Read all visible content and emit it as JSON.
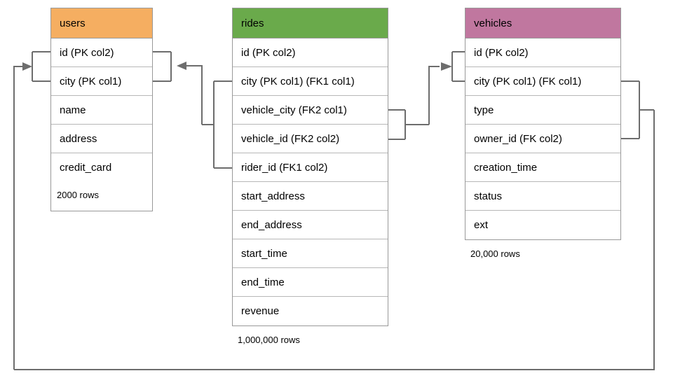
{
  "diagram": {
    "title_colors": {
      "users": "#f5ae61",
      "rides": "#6aaa4b",
      "vehicles": "#c0779f",
      "line": "#6d6d6d",
      "border": "#999999",
      "row_border": "#b7b7b7"
    },
    "tables": [
      {
        "name": "users",
        "header_color": "#f5ae61",
        "row_count_label": "2000 rows",
        "columns": [
          {
            "label": "id (PK col2)"
          },
          {
            "label": "city (PK col1)"
          },
          {
            "label": "name"
          },
          {
            "label": "address"
          },
          {
            "label": "credit_card"
          }
        ]
      },
      {
        "name": "rides",
        "header_color": "#6aaa4b",
        "row_count_label": "1,000,000 rows",
        "columns": [
          {
            "label": "id (PK col2)"
          },
          {
            "label": "city (PK col1) (FK1 col1)"
          },
          {
            "label": "vehicle_city (FK2 col1)"
          },
          {
            "label": "vehicle_id (FK2 col2)"
          },
          {
            "label": "rider_id (FK1 col2)"
          },
          {
            "label": "start_address"
          },
          {
            "label": "end_address"
          },
          {
            "label": "start_time"
          },
          {
            "label": "end_time"
          },
          {
            "label": "revenue"
          }
        ]
      },
      {
        "name": "vehicles",
        "header_color": "#c0779f",
        "row_count_label": "20,000 rows",
        "columns": [
          {
            "label": "id (PK col2)"
          },
          {
            "label": "city (PK col1) (FK col1)"
          },
          {
            "label": "type"
          },
          {
            "label": "owner_id (FK col2)"
          },
          {
            "label": "creation_time"
          },
          {
            "label": "status"
          },
          {
            "label": "ext"
          }
        ]
      }
    ]
  }
}
